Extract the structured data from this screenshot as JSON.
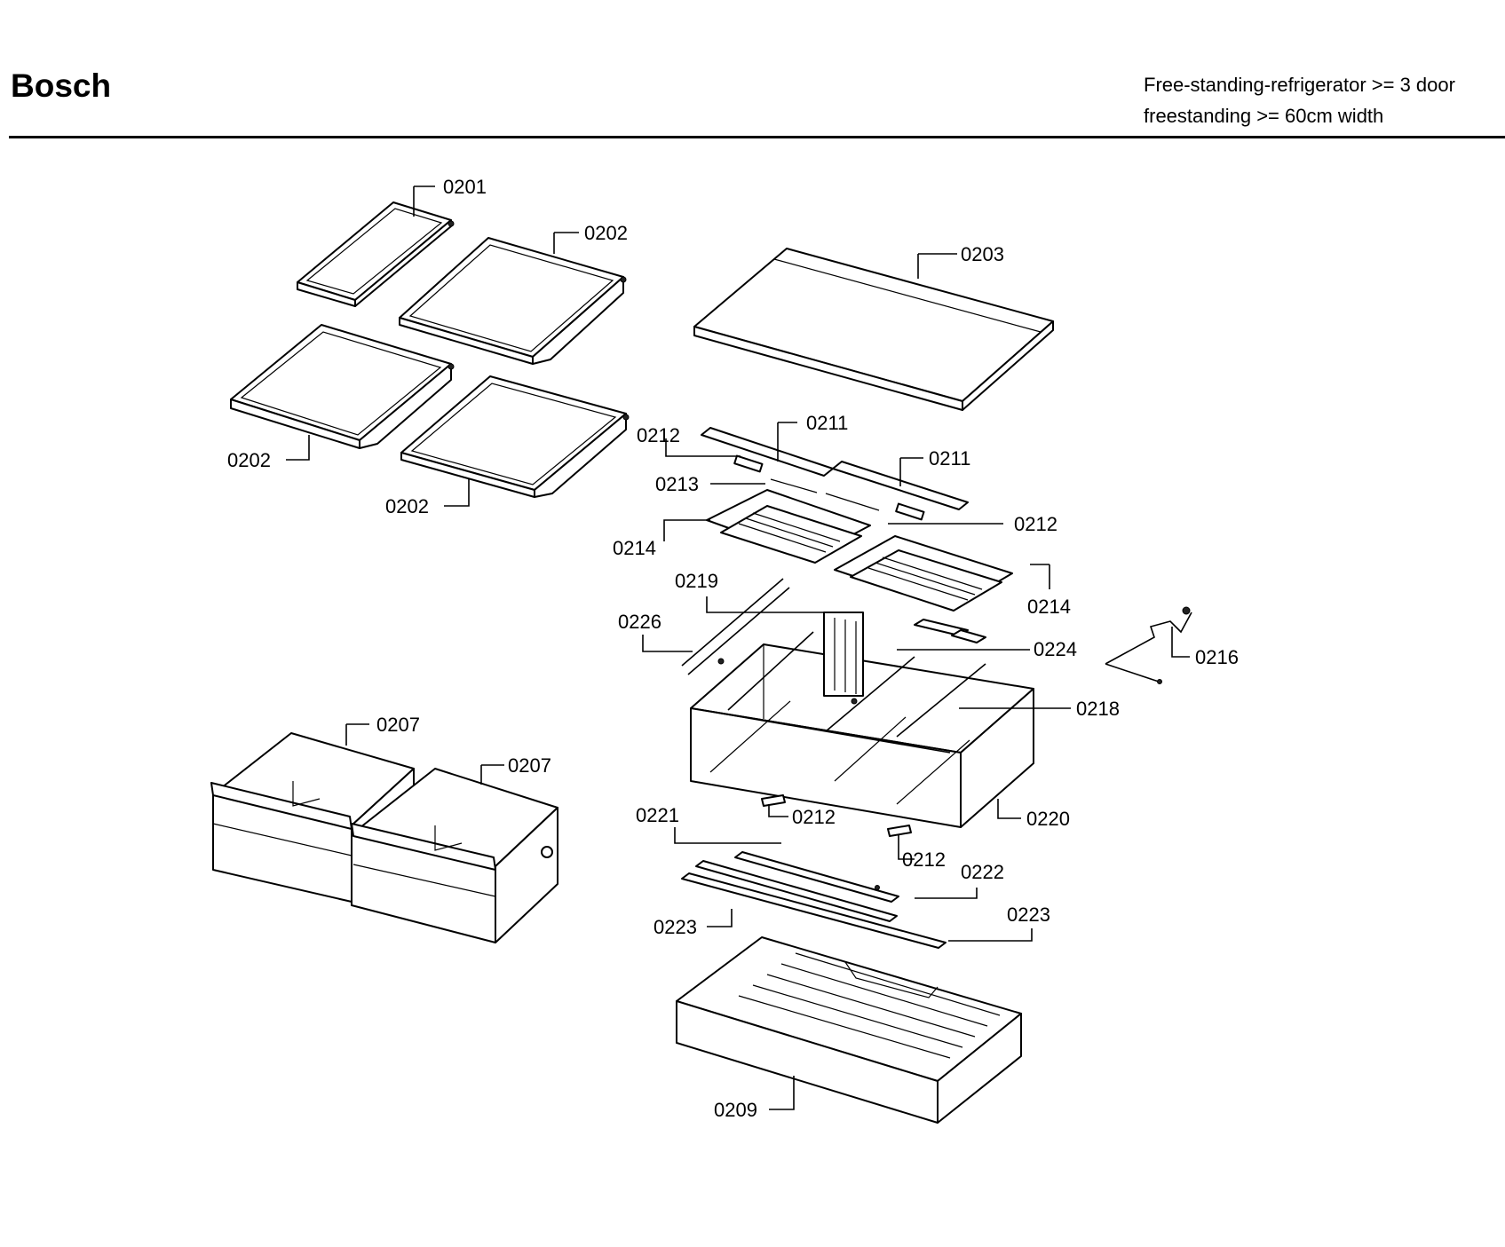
{
  "header": {
    "brand": "Bosch",
    "model_line_1": "Free-standing-refrigerator >= 3 door",
    "model_line_2": "freestanding >= 60cm width"
  },
  "callouts": [
    "0201",
    "0202",
    "0203",
    "0202",
    "0202",
    "0212",
    "0211",
    "0211",
    "0213",
    "0212",
    "0214",
    "0214",
    "0219",
    "0226",
    "0224",
    "0216",
    "0218",
    "0207",
    "0207",
    "0212",
    "0220",
    "0221",
    "0212",
    "0222",
    "0223",
    "0223",
    "0209"
  ]
}
